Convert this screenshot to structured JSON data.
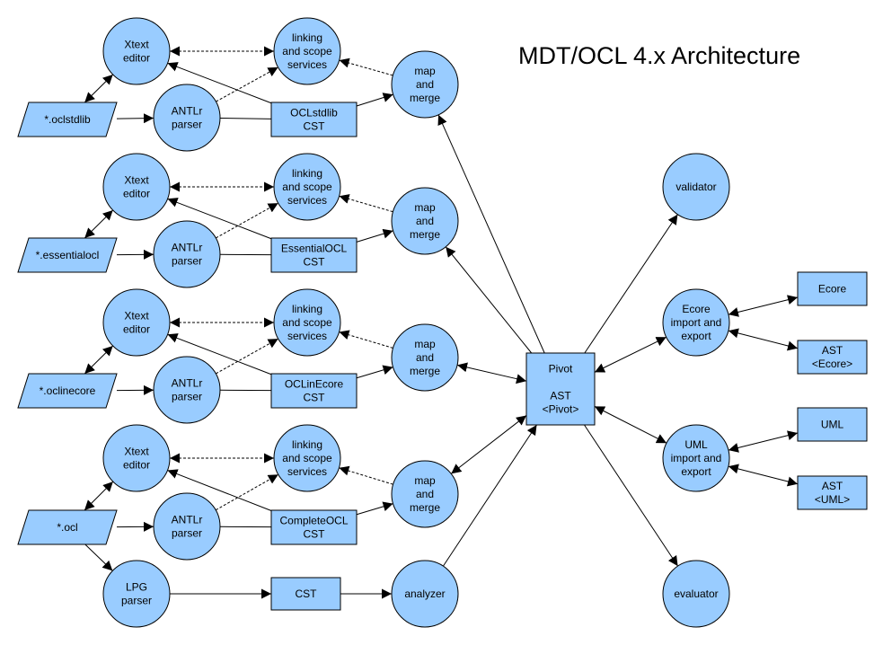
{
  "title": "MDT/OCL 4.x Architecture",
  "colors": {
    "node_fill": "#99ccff",
    "stroke": "#000000"
  },
  "nodes": {
    "xtext_1": "Xtext\neditor",
    "linking_1": "linking\nand scope\nservices",
    "file_1": "*.oclstdlib",
    "antlr_1": "ANTLr\nparser",
    "cst_1": "OCLstdlib\nCST",
    "merge_1": "map\nand\nmerge",
    "xtext_2": "Xtext\neditor",
    "linking_2": "linking\nand scope\nservices",
    "file_2": "*.essentialocl",
    "antlr_2": "ANTLr\nparser",
    "cst_2": "EssentialOCL\nCST",
    "merge_2": "map\nand\nmerge",
    "xtext_3": "Xtext\neditor",
    "linking_3": "linking\nand scope\nservices",
    "file_3": "*.oclinecore",
    "antlr_3": "ANTLr\nparser",
    "cst_3": "OCLinEcore\nCST",
    "merge_3": "map\nand\nmerge",
    "xtext_4": "Xtext\neditor",
    "linking_4": "linking\nand scope\nservices",
    "file_4": "*.ocl",
    "antlr_4": "ANTLr\nparser",
    "cst_4": "CompleteOCL\nCST",
    "merge_4": "map\nand\nmerge",
    "lpg": "LPG\nparser",
    "cst_lpg": "CST",
    "analyzer": "analyzer",
    "pivot": "Pivot\n\nAST\n<Pivot>",
    "validator": "validator",
    "ecore_ie": "Ecore\nimport and\nexport",
    "uml_ie": "UML\nimport and\nexport",
    "evaluator": "evaluator",
    "ecore": "Ecore",
    "ast_ecore": "AST\n<Ecore>",
    "uml": "UML",
    "ast_uml": "AST\n<UML>"
  }
}
